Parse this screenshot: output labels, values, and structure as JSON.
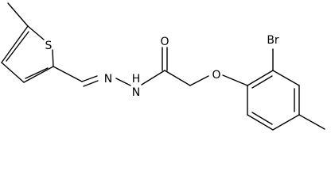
{
  "molecule": {
    "atom_labels": {
      "thiophene_sulfur": "S",
      "carbonyl_oxygen": "O",
      "amide_nh": "H",
      "amide_n": "N",
      "imine_n": "N",
      "ether_oxygen": "O",
      "bromine": "Br"
    }
  },
  "colors": {
    "bond": "#000000",
    "label": "#000000",
    "background": "#ffffff"
  }
}
